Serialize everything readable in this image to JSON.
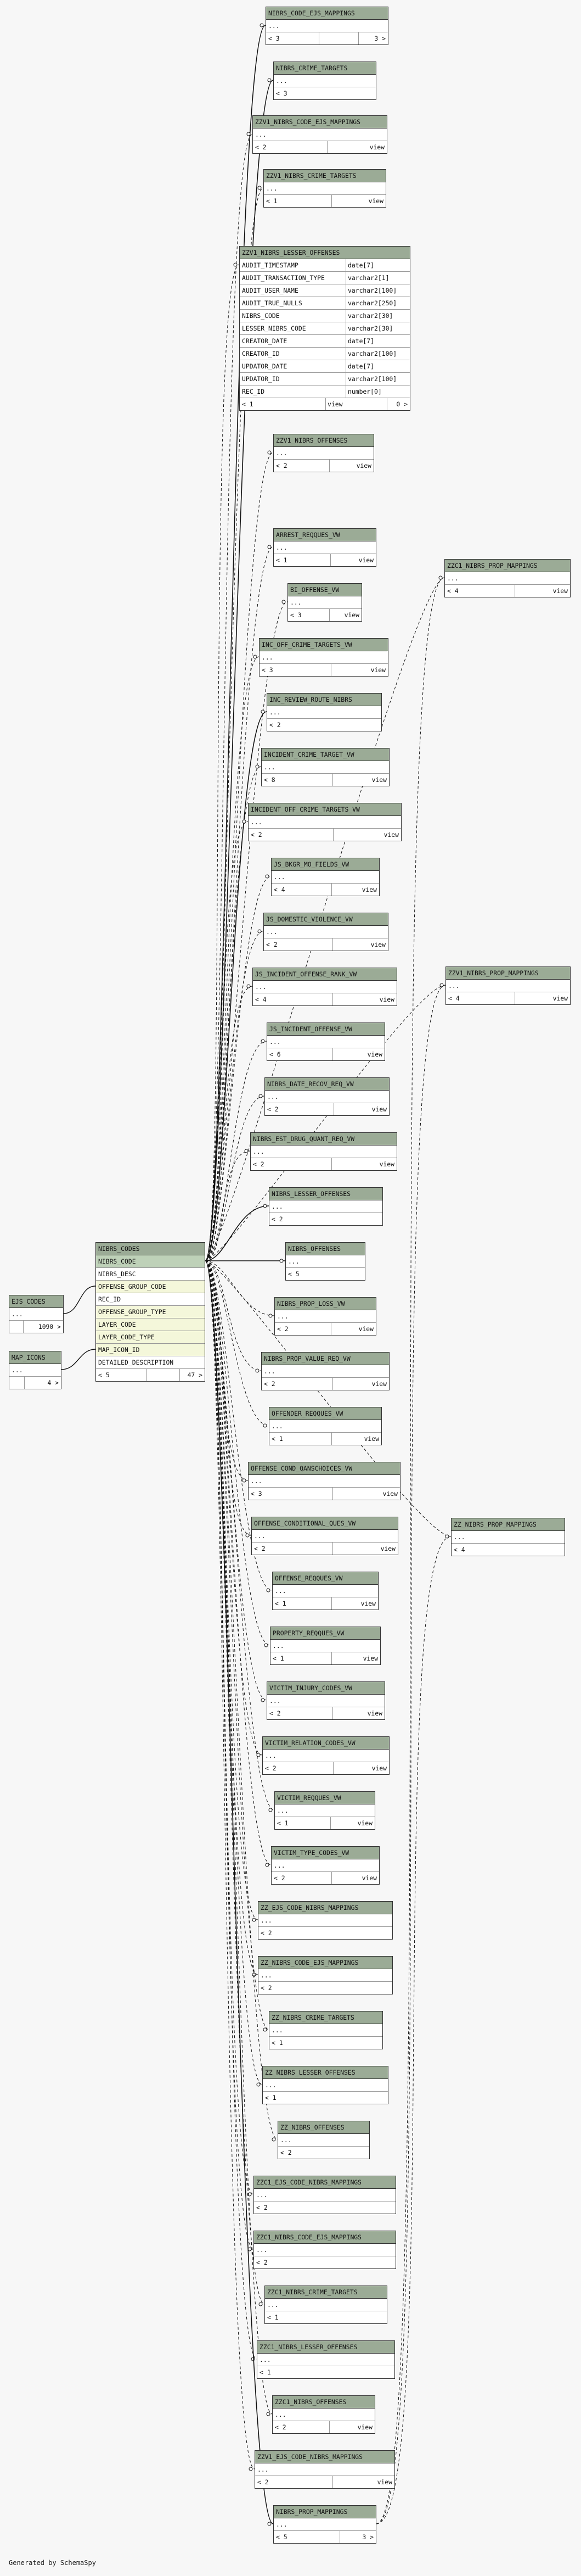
{
  "credit": "Generated by SchemaSpy",
  "tables": [
    {
      "id": "nibrs_code_ejs_mappings",
      "name": "NIBRS_CODE_EJS_MAPPINGS",
      "rows": [
        "..."
      ],
      "foot": [
        "< 3",
        "",
        "3 >"
      ]
    },
    {
      "id": "nibrs_crime_targets",
      "name": "NIBRS_CRIME_TARGETS",
      "rows": [
        "..."
      ],
      "foot": [
        "< 3"
      ]
    },
    {
      "id": "zzv1_nibrs_code_ejs_mappings",
      "name": "ZZV1_NIBRS_CODE_EJS_MAPPINGS",
      "rows": [
        "..."
      ],
      "foot": [
        "< 2",
        "view"
      ]
    },
    {
      "id": "zzv1_nibrs_crime_targets",
      "name": "ZZV1_NIBRS_CRIME_TARGETS",
      "rows": [
        "..."
      ],
      "foot": [
        "< 1",
        "view"
      ]
    },
    {
      "id": "zzv1_nibrs_lesser_offenses",
      "name": "ZZV1_NIBRS_LESSER_OFFENSES",
      "cols": [
        [
          "AUDIT_TIMESTAMP",
          "date[7]"
        ],
        [
          "AUDIT_TRANSACTION_TYPE",
          "varchar2[1]"
        ],
        [
          "AUDIT_USER_NAME",
          "varchar2[100]"
        ],
        [
          "AUDIT_TRUE_NULLS",
          "varchar2[250]"
        ],
        [
          "NIBRS_CODE",
          "varchar2[30]"
        ],
        [
          "LESSER_NIBRS_CODE",
          "varchar2[30]"
        ],
        [
          "CREATOR_DATE",
          "date[7]"
        ],
        [
          "CREATOR_ID",
          "varchar2[100]"
        ],
        [
          "UPDATOR_DATE",
          "date[7]"
        ],
        [
          "UPDATOR_ID",
          "varchar2[100]"
        ],
        [
          "REC_ID",
          "number[0]"
        ]
      ],
      "foot": [
        "< 1",
        "view",
        "0 >"
      ]
    },
    {
      "id": "zzv1_nibrs_offenses",
      "name": "ZZV1_NIBRS_OFFENSES",
      "rows": [
        "..."
      ],
      "foot": [
        "< 2",
        "view"
      ]
    },
    {
      "id": "arrest_reqques_vw",
      "name": "ARREST_REQQUES_VW",
      "rows": [
        "..."
      ],
      "foot": [
        "< 1",
        "view"
      ]
    },
    {
      "id": "bi_offense_vw",
      "name": "BI_OFFENSE_VW",
      "rows": [
        "..."
      ],
      "foot": [
        "< 3",
        "view"
      ]
    },
    {
      "id": "inc_off_crime_targets_vw",
      "name": "INC_OFF_CRIME_TARGETS_VW",
      "rows": [
        "..."
      ],
      "foot": [
        "< 3",
        "view"
      ]
    },
    {
      "id": "inc_review_route_nibrs",
      "name": "INC_REVIEW_ROUTE_NIBRS",
      "rows": [
        "..."
      ],
      "foot": [
        "< 2"
      ]
    },
    {
      "id": "incident_crime_target_vw",
      "name": "INCIDENT_CRIME_TARGET_VW",
      "rows": [
        "..."
      ],
      "foot": [
        "< 8",
        "view"
      ]
    },
    {
      "id": "incident_off_crime_targets_vw",
      "name": "INCIDENT_OFF_CRIME_TARGETS_VW",
      "rows": [
        "..."
      ],
      "foot": [
        "< 2",
        "view"
      ]
    },
    {
      "id": "js_bkgr_mo_fields_vw",
      "name": "JS_BKGR_MO_FIELDS_VW",
      "rows": [
        "..."
      ],
      "foot": [
        "< 4",
        "view"
      ]
    },
    {
      "id": "js_domestic_violence_vw",
      "name": "JS_DOMESTIC_VIOLENCE_VW",
      "rows": [
        "..."
      ],
      "foot": [
        "< 2",
        "view"
      ]
    },
    {
      "id": "js_incident_offense_rank_vw",
      "name": "JS_INCIDENT_OFFENSE_RANK_VW",
      "rows": [
        "..."
      ],
      "foot": [
        "< 4",
        "view"
      ]
    },
    {
      "id": "js_incident_offense_vw",
      "name": "JS_INCIDENT_OFFENSE_VW",
      "rows": [
        "..."
      ],
      "foot": [
        "< 6",
        "view"
      ]
    },
    {
      "id": "nibrs_date_recov_req_vw",
      "name": "NIBRS_DATE_RECOV_REQ_VW",
      "rows": [
        "..."
      ],
      "foot": [
        "< 2",
        "view"
      ]
    },
    {
      "id": "nibrs_est_drug_quant_req_vw",
      "name": "NIBRS_EST_DRUG_QUANT_REQ_VW",
      "rows": [
        "..."
      ],
      "foot": [
        "< 2",
        "view"
      ]
    },
    {
      "id": "nibrs_lesser_offenses",
      "name": "NIBRS_LESSER_OFFENSES",
      "rows": [
        "..."
      ],
      "foot": [
        "< 2"
      ]
    },
    {
      "id": "nibrs_offenses",
      "name": "NIBRS_OFFENSES",
      "rows": [
        "..."
      ],
      "foot": [
        "< 5"
      ]
    },
    {
      "id": "nibrs_prop_loss_vw",
      "name": "NIBRS_PROP_LOSS_VW",
      "rows": [
        "..."
      ],
      "foot": [
        "< 2",
        "view"
      ]
    },
    {
      "id": "nibrs_prop_value_req_vw",
      "name": "NIBRS_PROP_VALUE_REQ_VW",
      "rows": [
        "..."
      ],
      "foot": [
        "< 2",
        "view"
      ]
    },
    {
      "id": "offender_reqques_vw",
      "name": "OFFENDER_REQQUES_VW",
      "rows": [
        "..."
      ],
      "foot": [
        "< 1",
        "view"
      ]
    },
    {
      "id": "offense_cond_qanschoices_vw",
      "name": "OFFENSE_COND_QANSCHOICES_VW",
      "rows": [
        "..."
      ],
      "foot": [
        "< 3",
        "view"
      ]
    },
    {
      "id": "offense_conditional_ques_vw",
      "name": "OFFENSE_CONDITIONAL_QUES_VW",
      "rows": [
        "..."
      ],
      "foot": [
        "< 2",
        "view"
      ]
    },
    {
      "id": "offense_reqques_vw",
      "name": "OFFENSE_REQQUES_VW",
      "rows": [
        "..."
      ],
      "foot": [
        "< 1",
        "view"
      ]
    },
    {
      "id": "property_reqques_vw",
      "name": "PROPERTY_REQQUES_VW",
      "rows": [
        "..."
      ],
      "foot": [
        "< 1",
        "view"
      ]
    },
    {
      "id": "victim_injury_codes_vw",
      "name": "VICTIM_INJURY_CODES_VW",
      "rows": [
        "..."
      ],
      "foot": [
        "< 2",
        "view"
      ]
    },
    {
      "id": "victim_relation_codes_vw",
      "name": "VICTIM_RELATION_CODES_VW",
      "rows": [
        "..."
      ],
      "foot": [
        "< 2",
        "view"
      ]
    },
    {
      "id": "victim_reqques_vw",
      "name": "VICTIM_REQQUES_VW",
      "rows": [
        "..."
      ],
      "foot": [
        "< 1",
        "view"
      ]
    },
    {
      "id": "victim_type_codes_vw",
      "name": "VICTIM_TYPE_CODES_VW",
      "rows": [
        "..."
      ],
      "foot": [
        "< 2",
        "view"
      ]
    },
    {
      "id": "zz_ejs_code_nibrs_mappings",
      "name": "ZZ_EJS_CODE_NIBRS_MAPPINGS",
      "rows": [
        "..."
      ],
      "foot": [
        "< 2"
      ]
    },
    {
      "id": "zz_nibrs_code_ejs_mappings",
      "name": "ZZ_NIBRS_CODE_EJS_MAPPINGS",
      "rows": [
        "..."
      ],
      "foot": [
        "< 2"
      ]
    },
    {
      "id": "zz_nibrs_crime_targets",
      "name": "ZZ_NIBRS_CRIME_TARGETS",
      "rows": [
        "..."
      ],
      "foot": [
        "< 1"
      ]
    },
    {
      "id": "zz_nibrs_lesser_offenses",
      "name": "ZZ_NIBRS_LESSER_OFFENSES",
      "rows": [
        "..."
      ],
      "foot": [
        "< 1"
      ]
    },
    {
      "id": "zz_nibrs_offenses",
      "name": "ZZ_NIBRS_OFFENSES",
      "rows": [
        "..."
      ],
      "foot": [
        "< 2"
      ]
    },
    {
      "id": "zzc1_ejs_code_nibrs_mappings",
      "name": "ZZC1_EJS_CODE_NIBRS_MAPPINGS",
      "rows": [
        "..."
      ],
      "foot": [
        "< 2"
      ]
    },
    {
      "id": "zzc1_nibrs_code_ejs_mappings",
      "name": "ZZC1_NIBRS_CODE_EJS_MAPPINGS",
      "rows": [
        "..."
      ],
      "foot": [
        "< 2"
      ]
    },
    {
      "id": "zzc1_nibrs_crime_targets",
      "name": "ZZC1_NIBRS_CRIME_TARGETS",
      "rows": [
        "..."
      ],
      "foot": [
        "< 1"
      ]
    },
    {
      "id": "zzc1_nibrs_lesser_offenses",
      "name": "ZZC1_NIBRS_LESSER_OFFENSES",
      "rows": [
        "..."
      ],
      "foot": [
        "< 1"
      ]
    },
    {
      "id": "zzc1_nibrs_offenses",
      "name": "ZZC1_NIBRS_OFFENSES",
      "rows": [
        "..."
      ],
      "foot": [
        "< 2",
        "view"
      ]
    },
    {
      "id": "zzv1_ejs_code_nibrs_mappings",
      "name": "ZZV1_EJS_CODE_NIBRS_MAPPINGS",
      "rows": [
        "..."
      ],
      "foot": [
        "< 2",
        "view"
      ]
    },
    {
      "id": "nibrs_prop_mappings",
      "name": "NIBRS_PROP_MAPPINGS",
      "rows": [
        "..."
      ],
      "foot": [
        "< 5",
        "3 >"
      ]
    },
    {
      "id": "zzc1_nibrs_prop_mappings",
      "name": "ZZC1_NIBRS_PROP_MAPPINGS",
      "rows": [
        "..."
      ],
      "foot": [
        "< 4",
        "view"
      ]
    },
    {
      "id": "zzv1_nibrs_prop_mappings",
      "name": "ZZV1_NIBRS_PROP_MAPPINGS",
      "rows": [
        "..."
      ],
      "foot": [
        "< 4",
        "view"
      ]
    },
    {
      "id": "zz_nibrs_prop_mappings",
      "name": "ZZ_NIBRS_PROP_MAPPINGS",
      "rows": [
        "..."
      ],
      "foot": [
        "< 4"
      ]
    },
    {
      "id": "ejs_codes",
      "name": "EJS_CODES",
      "rows": [
        "..."
      ],
      "foot": [
        "",
        "1090 >"
      ]
    },
    {
      "id": "map_icons",
      "name": "MAP_ICONS",
      "rows": [
        "..."
      ],
      "foot": [
        "",
        "4 >"
      ]
    },
    {
      "id": "nibrs_codes",
      "name": "NIBRS_CODES",
      "crows": [
        {
          "t": "NIBRS_CODE",
          "k": "pk"
        },
        {
          "t": "NIBRS_DESC",
          "k": ""
        },
        {
          "t": "OFFENSE_GROUP_CODE",
          "k": "fk"
        },
        {
          "t": "REC_ID",
          "k": ""
        },
        {
          "t": "OFFENSE_GROUP_TYPE",
          "k": "fk"
        },
        {
          "t": "LAYER_CODE",
          "k": "fk"
        },
        {
          "t": "LAYER_CODE_TYPE",
          "k": "fk"
        },
        {
          "t": "MAP_ICON_ID",
          "k": "fk"
        },
        {
          "t": "DETAILED_DESCRIPTION",
          "k": ""
        }
      ],
      "foot": [
        "< 5",
        "",
        "47 >"
      ]
    }
  ]
}
